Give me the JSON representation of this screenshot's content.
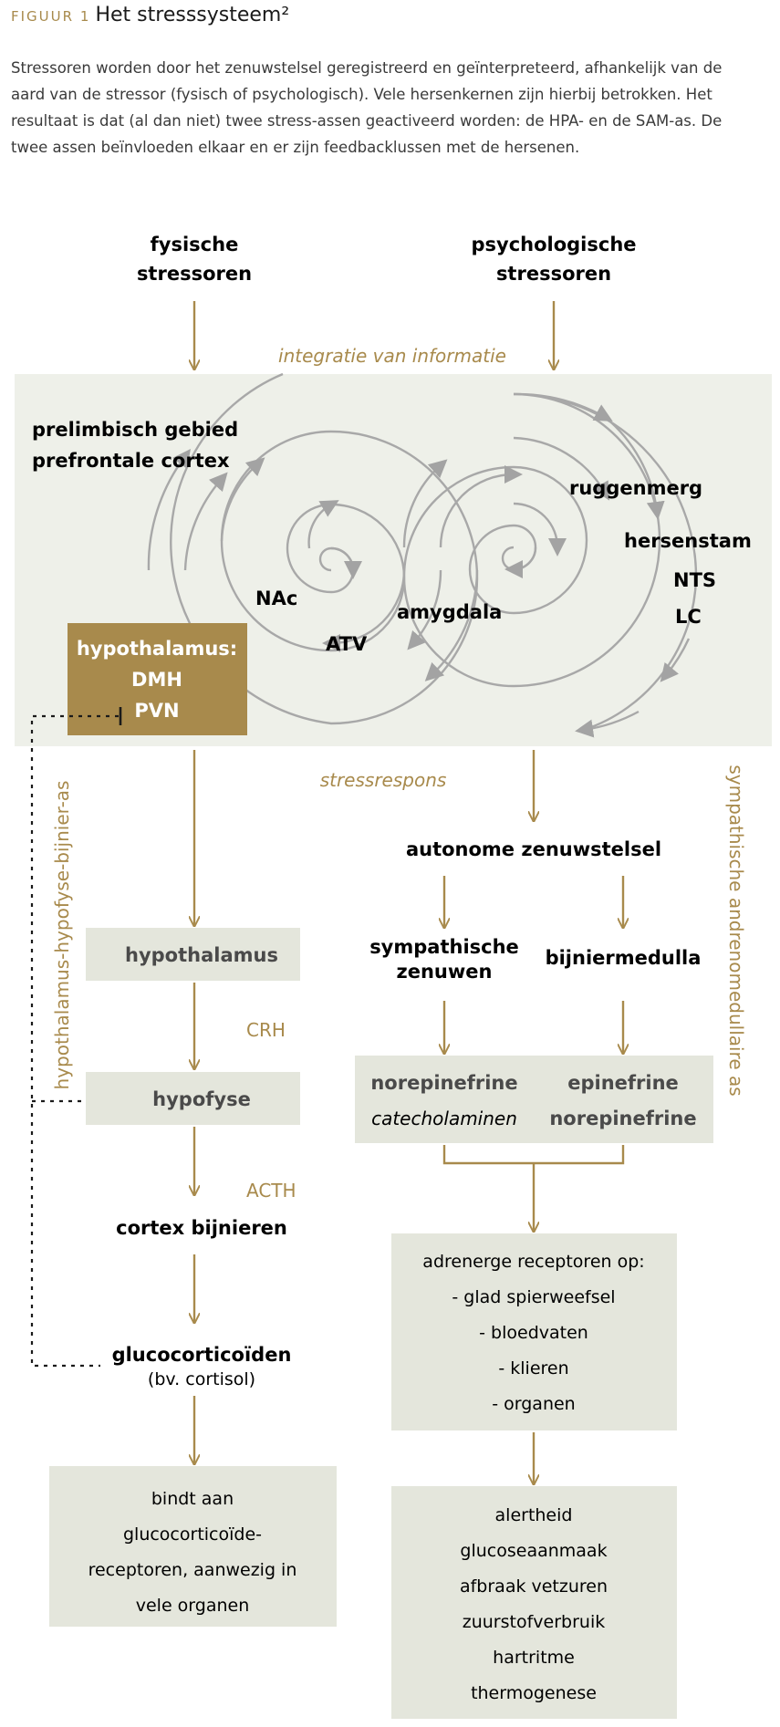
{
  "figure": {
    "label": "FIGUUR 1",
    "title": "Het stresssysteem²",
    "intro": "Stressoren worden door het zenuwstelsel geregistreerd en geïnterpreteerd, afhankelijk van de aard van de stressor (fysisch of psychologisch). Vele hersenkernen zijn hierbij betrokken. Het resultaat is dat (al dan niet) twee stress-assen geactiveerd worden: de HPA- en de SAM-as. De twee assen beïnvloeden elkaar en er zijn feedbacklussen met de hersenen."
  },
  "inputs": {
    "physical": [
      "fysische",
      "stressoren"
    ],
    "psychological": [
      "psychologische",
      "stressoren"
    ]
  },
  "brain": {
    "integration": "integratie van informatie",
    "prelimbic": [
      "prelimbisch gebied",
      "prefrontale cortex"
    ],
    "spinal_cord": "ruggenmerg",
    "brainstem": "hersenstam",
    "nts": "NTS",
    "lc": "LC",
    "nac": "NAc",
    "amygdala": "amygdala",
    "atv": "ATV",
    "hypothalamus_box": [
      "hypothalamus:",
      "DMH",
      "PVN"
    ]
  },
  "response": "stressrespons",
  "hpa": {
    "axis_label": "hypothalamus-hypofyse-bijnier-as",
    "hypothalamus": "hypothalamus",
    "crh": "CRH",
    "pituitary": "hypofyse",
    "acth": "ACTH",
    "adrenal_cortex": "cortex bijnieren",
    "glucocorticoids": "glucocorticoïden",
    "cortisol": "(bv. cortisol)",
    "binding": [
      "bindt aan",
      "glucocorticoïde-",
      "receptoren, aanwezig in",
      "vele organen"
    ]
  },
  "sam": {
    "axis_label": "sympathische andrenomedullaire as",
    "autonomic": "autonome zenuwstelsel",
    "sympathetic": [
      "sympathische",
      "zenuwen"
    ],
    "medulla": "bijniermedulla",
    "norepinephrine_left": "norepinefrine",
    "catecholamines": "catecholaminen",
    "epinephrine": "epinefrine",
    "norepinephrine_right": "norepinefrine",
    "receptors": [
      "adrenerge receptoren op:",
      "- glad spierweefsel",
      "- bloedvaten",
      "- klieren",
      "- organen"
    ],
    "effects": [
      "alertheid",
      "glucoseaanmaak",
      "afbraak vetzuren",
      "zuurstofverbruik",
      "hartritme",
      "thermogenese"
    ]
  },
  "colors": {
    "gold": "#a88a4c",
    "box_bg": "#e4e6dc",
    "panel_bg": "#eef0e9",
    "spiral": "#aaaaaa"
  }
}
